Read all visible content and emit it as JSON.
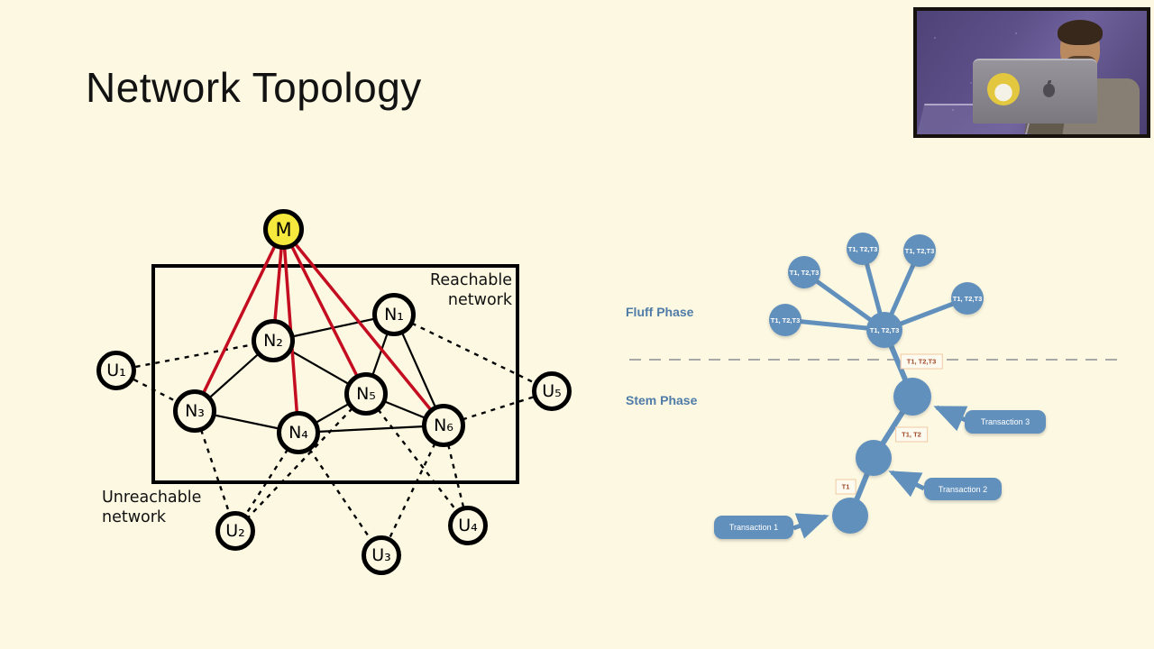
{
  "slide": {
    "title": "Network Topology",
    "background_color": "#fcf8e1"
  },
  "left_diagram": {
    "reachable_label_line1": "Reachable",
    "reachable_label_line2": "network",
    "unreachable_label_line1": "Unreachable",
    "unreachable_label_line2": "network",
    "nodes": [
      {
        "id": "M",
        "label": "M",
        "role": "malicious-monitor-node"
      },
      {
        "id": "N1",
        "label": "N₁",
        "role": "reachable-node"
      },
      {
        "id": "N2",
        "label": "N₂",
        "role": "reachable-node"
      },
      {
        "id": "N3",
        "label": "N₃",
        "role": "reachable-node"
      },
      {
        "id": "N4",
        "label": "N₄",
        "role": "reachable-node"
      },
      {
        "id": "N5",
        "label": "N₅",
        "role": "reachable-node"
      },
      {
        "id": "N6",
        "label": "N₆",
        "role": "reachable-node"
      },
      {
        "id": "U1",
        "label": "U₁",
        "role": "unreachable-node"
      },
      {
        "id": "U2",
        "label": "U₂",
        "role": "unreachable-node"
      },
      {
        "id": "U3",
        "label": "U₃",
        "role": "unreachable-node"
      },
      {
        "id": "U4",
        "label": "U₄",
        "role": "unreachable-node"
      },
      {
        "id": "U5",
        "label": "U₅",
        "role": "unreachable-node"
      }
    ],
    "edges": {
      "monitor_edges_red": [
        "M-N2",
        "M-N3",
        "M-N4",
        "M-N5",
        "M-N6"
      ],
      "solid_edges": [
        "N1-N2",
        "N1-N5",
        "N1-N6",
        "N2-N3",
        "N2-N5",
        "N3-N4",
        "N4-N5",
        "N4-N6",
        "N5-N6"
      ],
      "dashed_edges": [
        "U1-N2",
        "U1-N3",
        "N1-U5",
        "N6-U5",
        "N3-U2",
        "N4-U2",
        "N5-U2",
        "N4-U3",
        "N6-U3",
        "N5-U4",
        "N6-U4"
      ]
    },
    "colors": {
      "malicious_fill": "#f5e93d",
      "attack_edge": "#c40d21",
      "node_fill": "#fcf8e1",
      "edge": "#000000"
    }
  },
  "right_diagram": {
    "fluff_phase_label": "Fluff Phase",
    "stem_phase_label": "Stem Phase",
    "fluff_node_label": "T1, T2,T3",
    "mempool_labels": {
      "t123": "T1, T2,T3",
      "t12": "T1, T2",
      "t1": "T1"
    },
    "transaction_boxes": [
      {
        "label": "Transaction 1"
      },
      {
        "label": "Transaction 2"
      },
      {
        "label": "Transaction 3"
      }
    ],
    "colors": {
      "node_fill": "#6190bd",
      "phase_text": "#4f7ca8",
      "label_text": "#a14a2a",
      "label_border": "#f2c8a2"
    }
  }
}
